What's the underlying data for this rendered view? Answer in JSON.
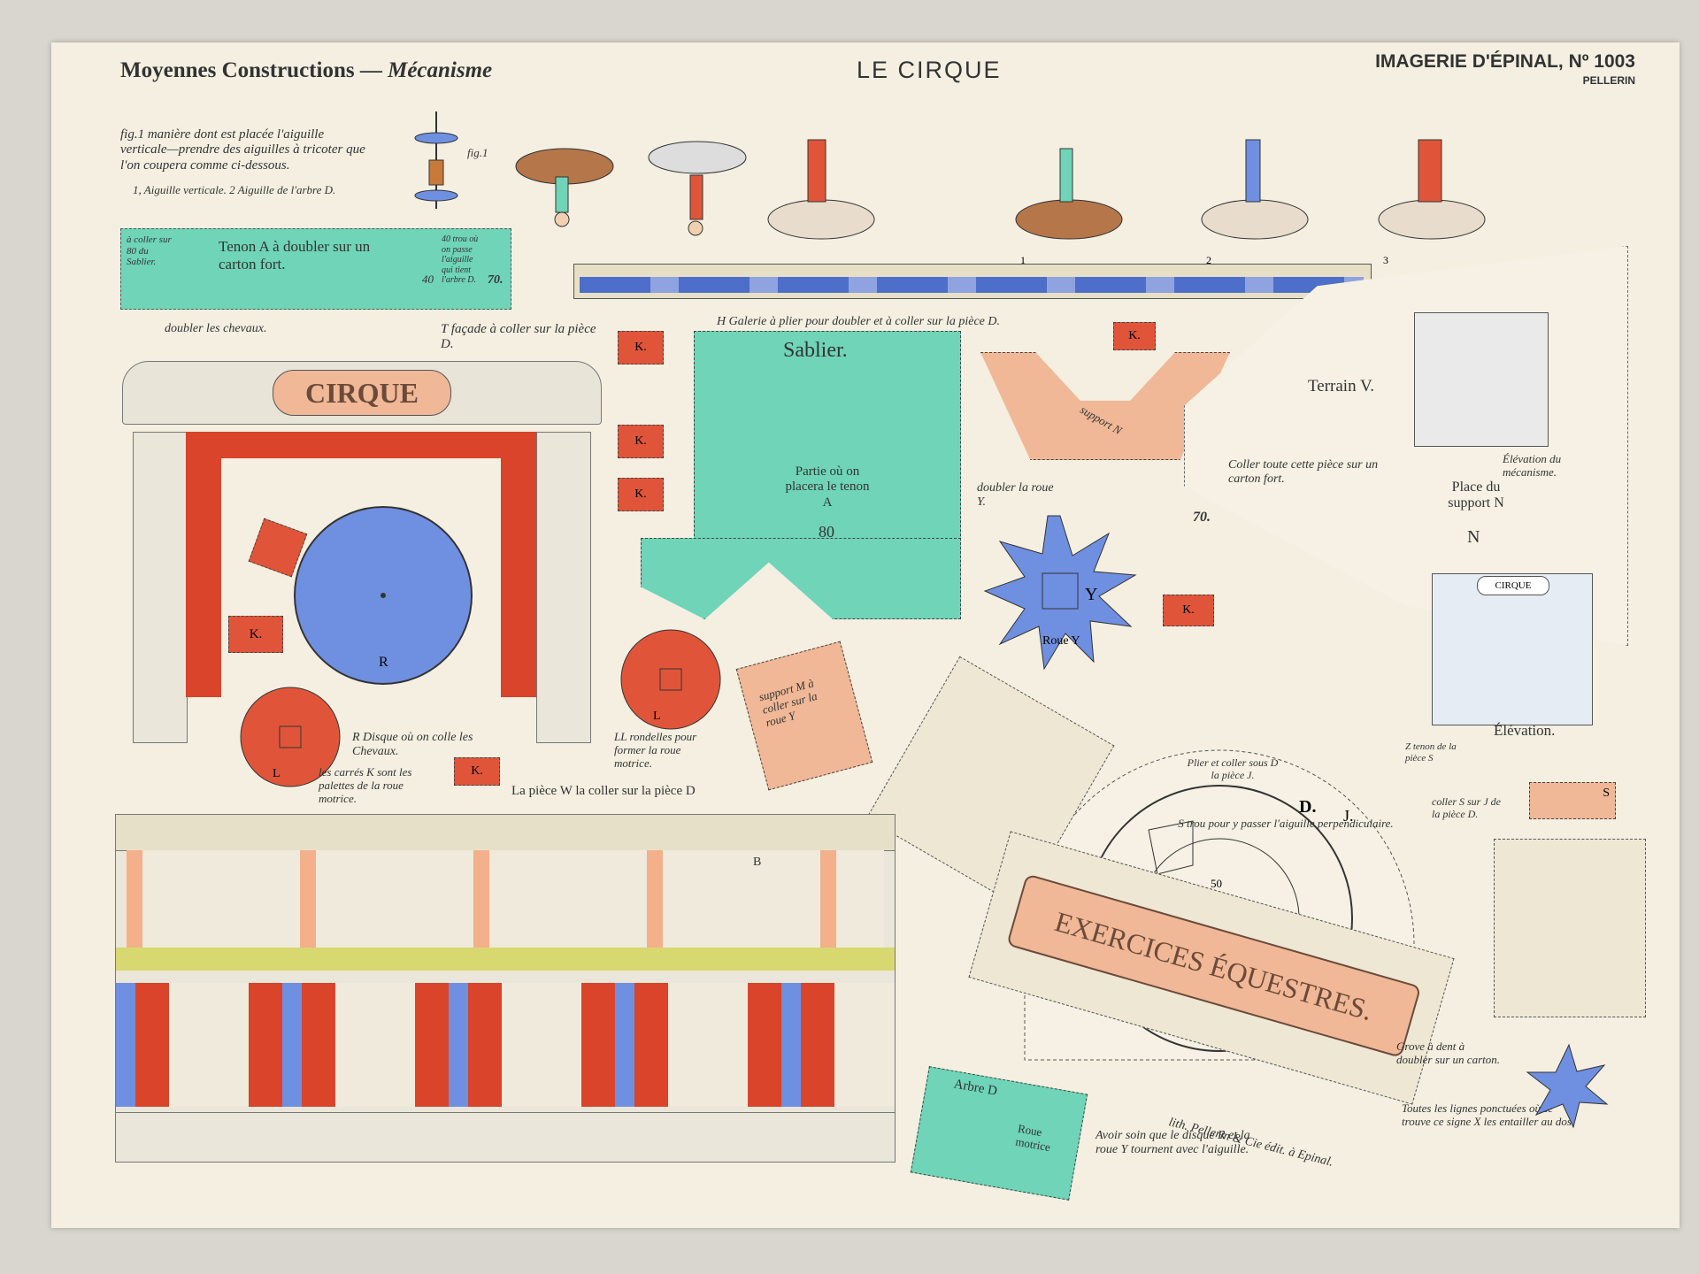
{
  "header": {
    "left_title": "Moyennes Constructions",
    "left_dash": "—",
    "left_subtitle": "Mécanisme",
    "center_title": "LE CIRQUE",
    "publisher": "IMAGERIE D'ÉPINAL, Nº 1003",
    "publisher_sub": "PELLERIN"
  },
  "notes": {
    "fig1": "fig.1 manière dont est placée l'aiguille verticale—prendre des aiguilles à tricoter que l'on coupera comme ci-dessous.",
    "fig1_sub": "1, Aiguille verticale. 2 Aiguille de l'arbre D.",
    "fig1_label": "fig.1",
    "double_horses": "doubler les chevaux.",
    "facade_T": "T façade à coller sur la pièce D.",
    "galerie_H": "H Galerie à plier pour doubler et à coller sur la pièce D.",
    "disque_R": "R Disque où on colle les Chevaux.",
    "carres_K": "les carrés K sont les palettes de la roue motrice.",
    "rondelles_LL": "LL rondelles pour former la roue motrice.",
    "piece_W": "La pièce W la coller sur la pièce D",
    "doubler_roue": "doubler la roue Y.",
    "coller_carton": "Coller toute cette pièce sur un carton fort.",
    "terrain": "Terrain V.",
    "place_support": "Place du support N",
    "elevation_meca": "Élévation du mécanisme.",
    "elevation": "Élévation.",
    "tenons_Z": "Z tenon de la pièce S",
    "coller_S": "coller S sur J de la pièce D.",
    "grove": "Grove à dent à doubler sur un carton.",
    "lignes": "Toutes les lignes ponctuées où se trouve ce signe X les entailler au dos.",
    "avoir_soin": "Avoir soin que le disque R et la roue Y tournent avec l'aiguille.",
    "imprint": "lith. Pellerin & Cie édit. à Epinal."
  },
  "pieces": {
    "tenon_A": "Tenon A à doubler sur un carton fort.",
    "tenon_A_side": "à coller sur 80 du Sablier.",
    "tenon_A_hole": "40 trou où on passe l'aiguille qui tient l'arbre D.",
    "tenon_A_num": "40",
    "tenon_A_len": "70.",
    "cirque_sign": "CIRQUE",
    "sablier": "Sablier.",
    "sablier_part": "Partie où on placera le tenon A",
    "sablier_num": "80",
    "support_N": "support N",
    "support_M": "support M à coller sur la roue Y",
    "roue_Y": "Roue Y",
    "roue_Y_letter": "Y",
    "K": "K.",
    "disk_R": "R",
    "rondelle_L": "L",
    "terrain_len": "70.",
    "support_N_letter": "N",
    "D_label": "D.",
    "J_label": "J.",
    "plier_coller": "Plier et coller sous D la pièce J.",
    "trou_text": "S trou pour y passer l'aiguille perpendiculaire.",
    "D_num": "50",
    "banner": "EXERCICES ÉQUESTRES.",
    "arbre_D": "Arbre D",
    "roue_motrice": "Roue motrice",
    "S_label": "S",
    "horse_nums": [
      "1",
      "2",
      "3"
    ],
    "mini_cirque": "CIRQUE",
    "B_label": "B"
  },
  "colors": {
    "paper": "#f4efe1",
    "teal": "#6fd4b8",
    "red": "#e0553a",
    "blue": "#6f8fe0",
    "salmon": "#f0b896",
    "horse": "#b5764a",
    "ink": "#333333",
    "curtain": "#d9442a",
    "gold": "#d8d870"
  }
}
